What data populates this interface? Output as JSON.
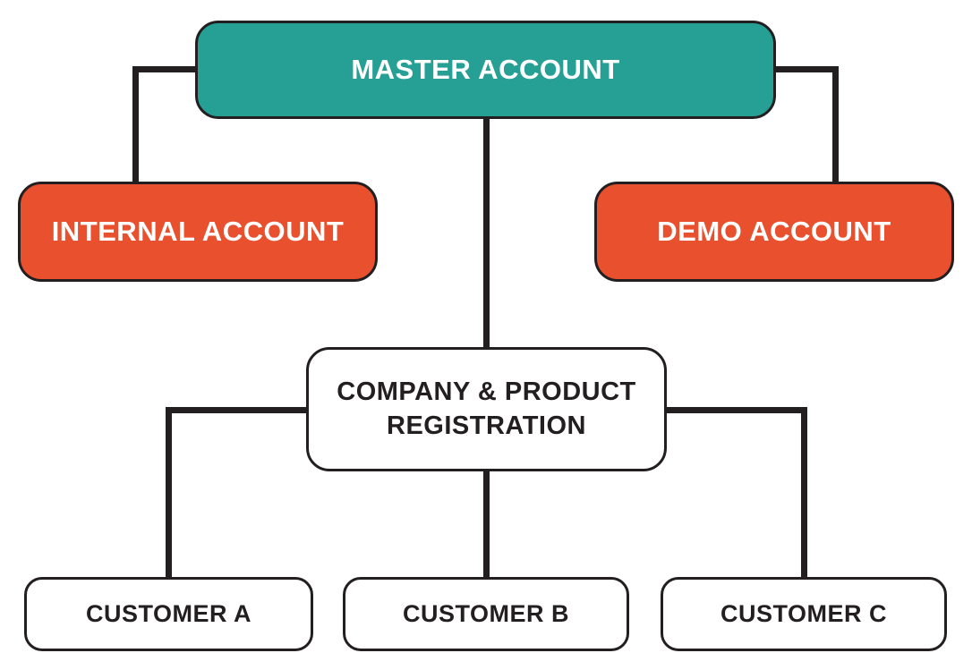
{
  "diagram": {
    "type": "org-chart",
    "background": "#ffffff",
    "colors": {
      "teal": "#26A095",
      "orange": "#E8502E",
      "node_white": "#FFFFFF",
      "line": "#231F20",
      "text_on_color": "#FFFFFF",
      "text_on_white": "#231F20"
    },
    "nodes": {
      "master": {
        "label": "MASTER ACCOUNT",
        "fill": "#26A095"
      },
      "internal": {
        "label": "INTERNAL ACCOUNT",
        "fill": "#E8502E"
      },
      "demo": {
        "label": "DEMO ACCOUNT",
        "fill": "#E8502E"
      },
      "registration": {
        "label": "COMPANY & PRODUCT REGISTRATION",
        "fill": "#FFFFFF"
      },
      "customer_a": {
        "label": "CUSTOMER A",
        "fill": "#FFFFFF"
      },
      "customer_b": {
        "label": "CUSTOMER B",
        "fill": "#FFFFFF"
      },
      "customer_c": {
        "label": "CUSTOMER C",
        "fill": "#FFFFFF"
      }
    },
    "edges": [
      {
        "from": "master",
        "to": "internal"
      },
      {
        "from": "master",
        "to": "demo"
      },
      {
        "from": "master",
        "to": "registration"
      },
      {
        "from": "registration",
        "to": "customer_a"
      },
      {
        "from": "registration",
        "to": "customer_b"
      },
      {
        "from": "registration",
        "to": "customer_c"
      }
    ]
  }
}
